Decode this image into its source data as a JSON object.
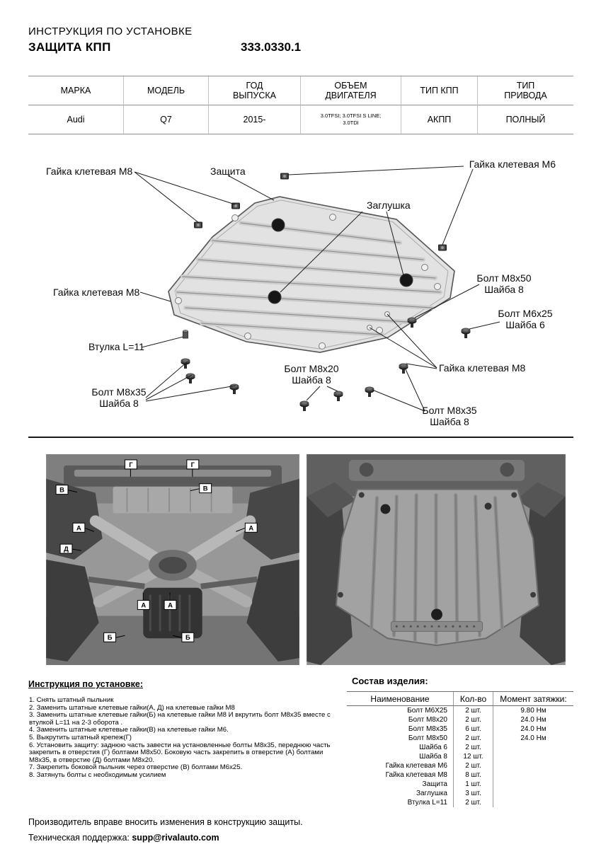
{
  "header": {
    "title_line1": "ИНСТРУКЦИЯ ПО УСТАНОВКЕ",
    "title_line2": "ЗАЩИТА КПП",
    "part_number": "333.0330.1"
  },
  "spec": {
    "headers": [
      "МАРКА",
      "МОДЕЛЬ",
      "ГОД\nВЫПУСКА",
      "ОБЪЕМ\nДВИГАТЕЛЯ",
      "ТИП КПП",
      "ТИП\nПРИВОДА"
    ],
    "row": [
      "Audi",
      "Q7",
      "2015-",
      "3.0TFSI; 3.0TFSI S LINE;\n3.0TDI",
      "АКПП",
      "ПОЛНЫЙ"
    ]
  },
  "diagram": {
    "labels": {
      "clip_nut_m8_top": "Гайка клетевая М8",
      "shield": "Защита",
      "clip_nut_m6": "Гайка клетевая М6",
      "plug": "Заглушка",
      "bolt_m8x50": [
        "Болт М8х50",
        "Шайба 8"
      ],
      "bolt_m6x25": [
        "Болт М6х25",
        "Шайба 6"
      ],
      "clip_nut_m8_left": "Гайка клетевая М8",
      "sleeve": "Втулка L=11",
      "bolt_m8x20": [
        "Болт М8х20",
        "Шайба 8"
      ],
      "clip_nut_m8_right": "Гайка клетевая М8",
      "bolt_m8x35_left": [
        "Болт М8х35",
        "Шайба 8"
      ],
      "bolt_m8x35_right": [
        "Болт М8х35",
        "Шайба 8"
      ]
    }
  },
  "photos": {
    "left_markers": [
      "Г",
      "Г",
      "В",
      "В",
      "А",
      "А",
      "Д",
      "А",
      "А",
      "Б",
      "Б"
    ]
  },
  "instructions": {
    "title": "Инструкция по установке:",
    "steps": [
      "1. Снять штатный пыльник",
      "2. Заменить штатные клетевые гайки(А, Д) на клетевые гайки М8",
      "3. Заменить штатные клетевые гайки(Б) на клетевые гайки М8 И вкрутить болт М8х35 вместе с втулкой L=11 на 2-3 оборота .",
      "4. Заменить штатные клетевые гайки(В) на клетевые гайки М6.",
      "5. Выкрутить штатный крепеж(Г)",
      "6. Установить защиту: заднюю часть завести на установленные болты М8х35, переднюю часть закрепить в отверстия (Г) болтами М8х50. Боковую часть закрепить в отверстие (А) болтами М8х35, в отверстие (Д) болтами М8х20.",
      "7. Закрепить боковой пыльник через отверстие (В) болтами М6х25.",
      "8. Затянуть болты с необходимым усилием"
    ]
  },
  "parts": {
    "title": "Состав изделия:",
    "headers": [
      "Наименование",
      "Кол-во",
      "Момент затяжки:"
    ],
    "rows": [
      {
        "name": "Болт М6Х25",
        "qty": "2 шт.",
        "torque": "9.80 Нм"
      },
      {
        "name": "Болт М8х20",
        "qty": "2 шт.",
        "torque": "24.0 Нм"
      },
      {
        "name": "Болт М8х35",
        "qty": "6 шт.",
        "torque": "24.0 Нм"
      },
      {
        "name": "Болт М8х50",
        "qty": "2 шт.",
        "torque": "24.0 Нм"
      },
      {
        "name": "Шайба 6",
        "qty": "2 шт.",
        "torque": ""
      },
      {
        "name": "Шайба 8",
        "qty": "12 шт.",
        "torque": ""
      },
      {
        "name": "Гайка клетевая М6",
        "qty": "2 шт.",
        "torque": ""
      },
      {
        "name": "Гайка клетевая М8",
        "qty": "8 шт.",
        "torque": ""
      },
      {
        "name": "Защита",
        "qty": "1 шт.",
        "torque": ""
      },
      {
        "name": "Заглушка",
        "qty": "3 шт.",
        "torque": ""
      },
      {
        "name": "Втулка L=11",
        "qty": "2 шт.",
        "torque": ""
      }
    ]
  },
  "footer": {
    "line1": "Производитель вправе вносить изменения в конструкцию защиты.",
    "support_label": "Техническая поддержка: ",
    "support_email": "supp@rivalauto.com"
  },
  "colors": {
    "text": "#000000",
    "table_line": "#8f8f8f",
    "plate_fill": "#e2e2e2"
  }
}
